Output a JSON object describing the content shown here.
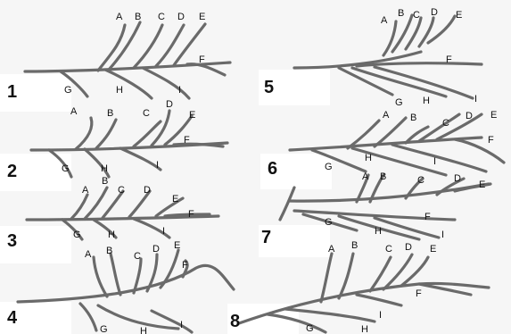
{
  "panels": [
    {
      "number": "1",
      "labels": {
        "A": "A",
        "B": "B",
        "C": "C",
        "D": "D",
        "E": "E",
        "F": "F",
        "G": "G",
        "H": "H",
        "I": "I"
      }
    },
    {
      "number": "2",
      "labels": {
        "A": "A",
        "B": "B",
        "C": "C",
        "D": "D",
        "E": "E",
        "F": "F",
        "G": "G",
        "H": "H",
        "I": "I"
      }
    },
    {
      "number": "3",
      "labels": {
        "A": "A",
        "B": "B",
        "C": "C",
        "D": "D",
        "E": "E",
        "F": "F",
        "G": "G",
        "H": "H",
        "I": "I"
      }
    },
    {
      "number": "4",
      "labels": {
        "A": "A",
        "B": "B",
        "C": "C",
        "D": "D",
        "E": "E",
        "F": "F",
        "G": "G",
        "H": "H",
        "I": "I"
      }
    },
    {
      "number": "5",
      "labels": {
        "A": "A",
        "B": "B",
        "C": "C",
        "D": "D",
        "E": "E",
        "F": "F",
        "G": "G",
        "H": "H",
        "I": "I"
      }
    },
    {
      "number": "6",
      "labels": {
        "A": "A",
        "B": "B",
        "C": "C",
        "D": "D",
        "E": "E",
        "F": "F",
        "G": "G",
        "H": "H",
        "I": "I"
      }
    },
    {
      "number": "7",
      "labels": {
        "A": "A",
        "B": "B",
        "C": "C",
        "D": "D",
        "E": "E",
        "F": "F",
        "G": "G",
        "H": "H",
        "I": "I"
      }
    },
    {
      "number": "8",
      "labels": {
        "A": "A",
        "B": "B",
        "C": "C",
        "D": "D",
        "E": "E",
        "F": "F",
        "G": "G",
        "H": "H",
        "I": "I"
      }
    }
  ],
  "colors": {
    "branch": "#6a6a6a",
    "background": "#f6f6f6",
    "label": "#111111"
  }
}
